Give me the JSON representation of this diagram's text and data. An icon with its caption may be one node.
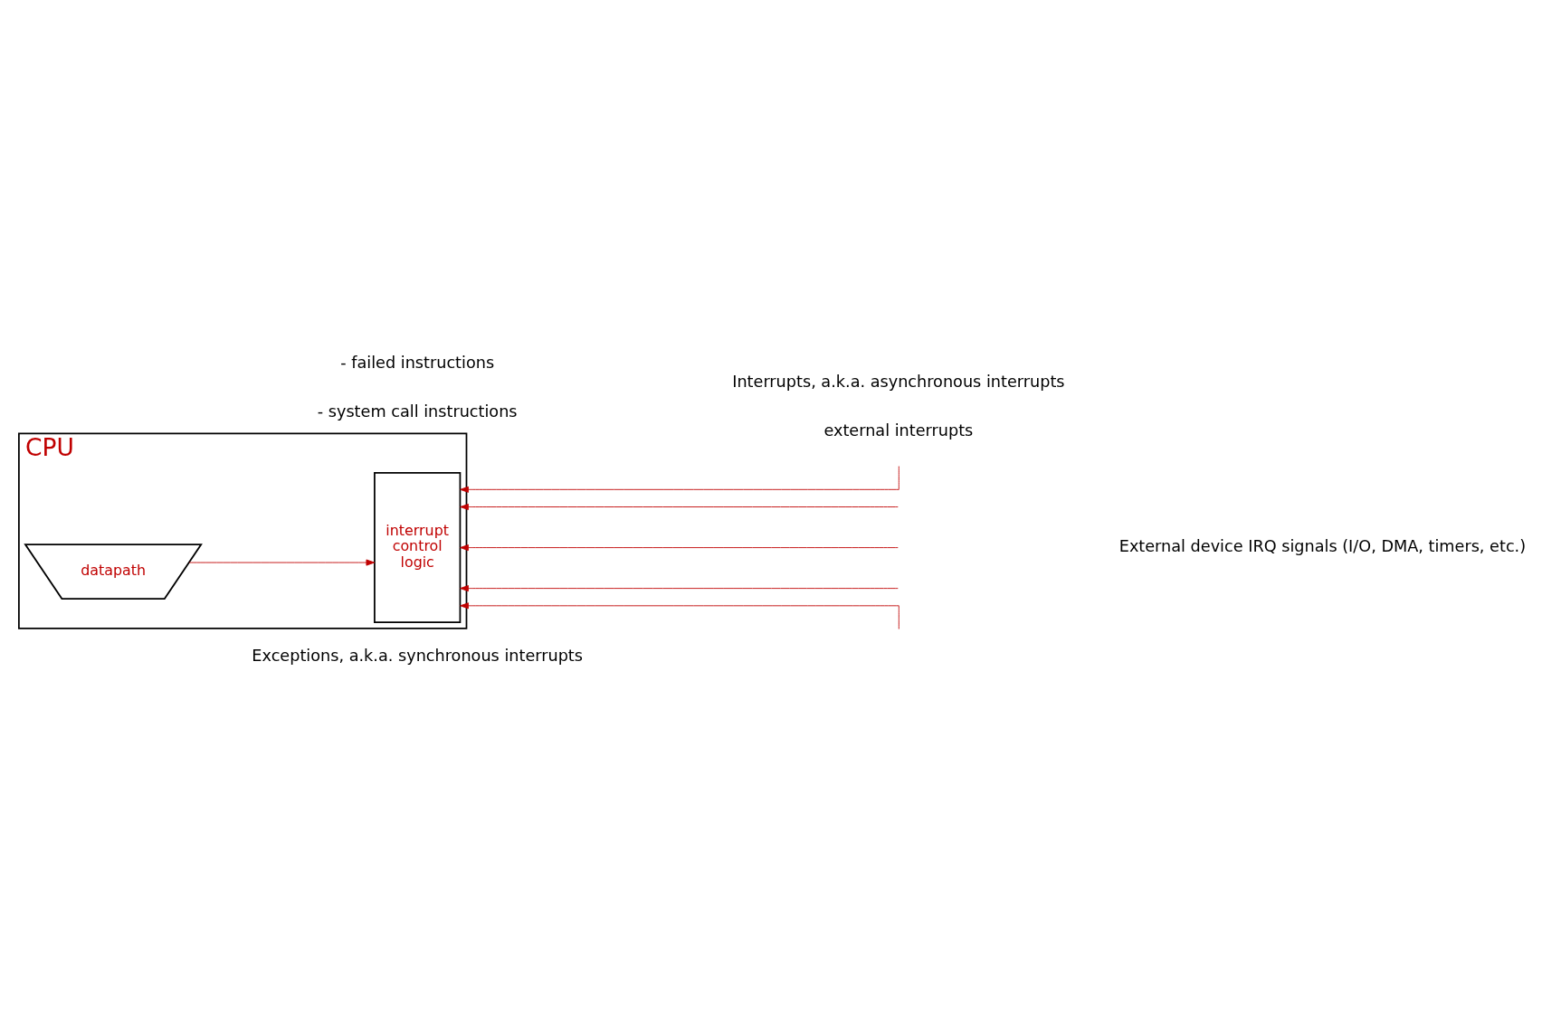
{
  "diagram": {
    "nodes": [
      {
        "text": [
          "CPU"
        ]
      },
      {
        "text": [
          "interrupt control logic"
        ],
        "in": 0
      },
      {
        "text": [
          "datapath"
        ],
        "in": 0
      }
    ],
    "edges": [
      {
        "from": 2,
        "to": 1,
        "arrow": "to"
      },
      {
        "from": null,
        "to": 1,
        "arrow": "to"
      },
      {
        "from": null,
        "to": 1,
        "arrow": "to"
      },
      {
        "from": null,
        "to": 1,
        "arrow": "to"
      },
      {
        "from": null,
        "to": 1,
        "arrow": "to"
      },
      {
        "from": null,
        "to": 1,
        "arrow": "to"
      }
    ],
    "labels": [
      "External device IRQ signals (I/O, DMA, timers, etc.)",
      "Exceptions, a.k.a. synchronous interrupts",
      "- failed instructions",
      "- system call instructions",
      "Interrupts, a.k.a. asynchronous interrupts",
      "external interrupts"
    ]
  }
}
